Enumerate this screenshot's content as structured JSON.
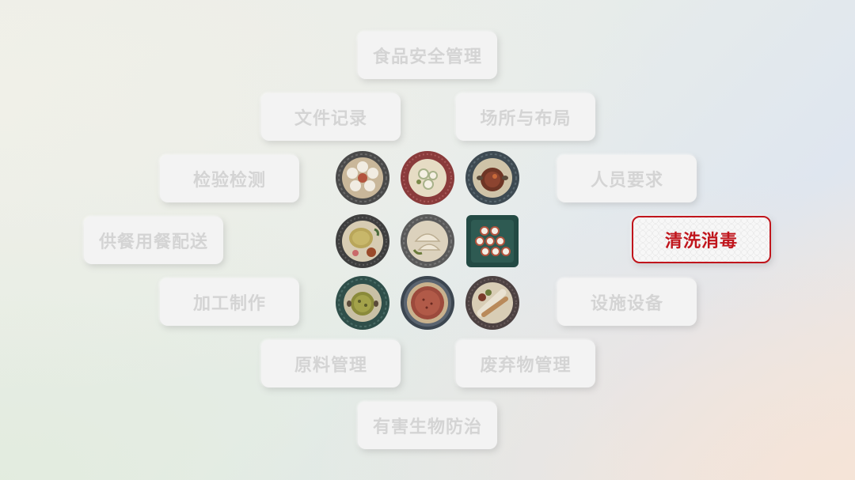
{
  "tiles": {
    "food_safety_management": "食品安全管理",
    "document_records": "文件记录",
    "site_layout": "场所与布局",
    "inspection_testing": "检验检测",
    "staff_requirements": "人员要求",
    "catering_delivery": "供餐用餐配送",
    "cleaning_disinfection": "清洗消毒",
    "processing": "加工制作",
    "facilities_equipment": "设施设备",
    "raw_material_management": "原料管理",
    "waste_management": "废弃物管理",
    "pest_control": "有害生物防治"
  },
  "active_tile": "cleaning_disinfection",
  "colors": {
    "active_border": "#c0151c",
    "active_text": "#c0151c",
    "inactive_text": "#d4d4d4",
    "tile_background": "#f3f3f3"
  },
  "plates": [
    {
      "icon": "dumpling-steamer-icon",
      "rim": "#4a4a4a"
    },
    {
      "icon": "rice-bowl-icon",
      "rim": "#8a3b3b"
    },
    {
      "icon": "stew-pot-icon",
      "rim": "#3e4a52"
    },
    {
      "icon": "grain-plate-icon",
      "rim": "#3f3f3f"
    },
    {
      "icon": "dumplings-plate-icon",
      "rim": "#5a5a5a"
    },
    {
      "icon": "sushi-plate-icon",
      "rim": "#234a44"
    },
    {
      "icon": "soup-pot-icon",
      "rim": "#2f4f4a"
    },
    {
      "icon": "red-soup-icon",
      "rim": "#3c4650"
    },
    {
      "icon": "skewer-plate-icon",
      "rim": "#4d4242"
    }
  ]
}
